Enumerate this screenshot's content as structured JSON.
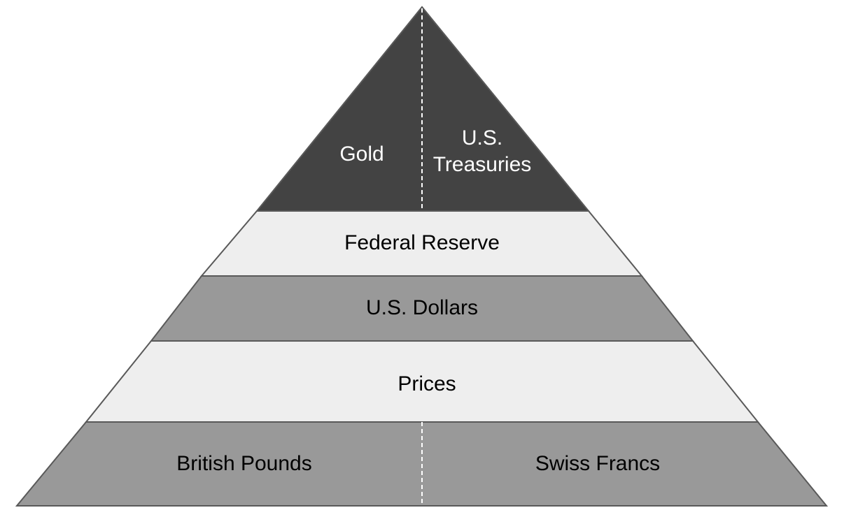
{
  "pyramid": {
    "apex": {
      "left_label": "Gold",
      "right_label_line1": "U.S.",
      "right_label_line2": "Treasuries"
    },
    "tier2_label": "Federal Reserve",
    "tier3_label": "U.S. Dollars",
    "tier4_label": "Prices",
    "base": {
      "left_label": "British Pounds",
      "right_label": "Swiss Francs"
    }
  },
  "colors": {
    "dark": "#434343",
    "medium": "#999999",
    "light": "#eeeeee",
    "outline": "#595959",
    "divider": "#ffffff",
    "text_dark": "#000000",
    "text_light": "#ffffff"
  }
}
